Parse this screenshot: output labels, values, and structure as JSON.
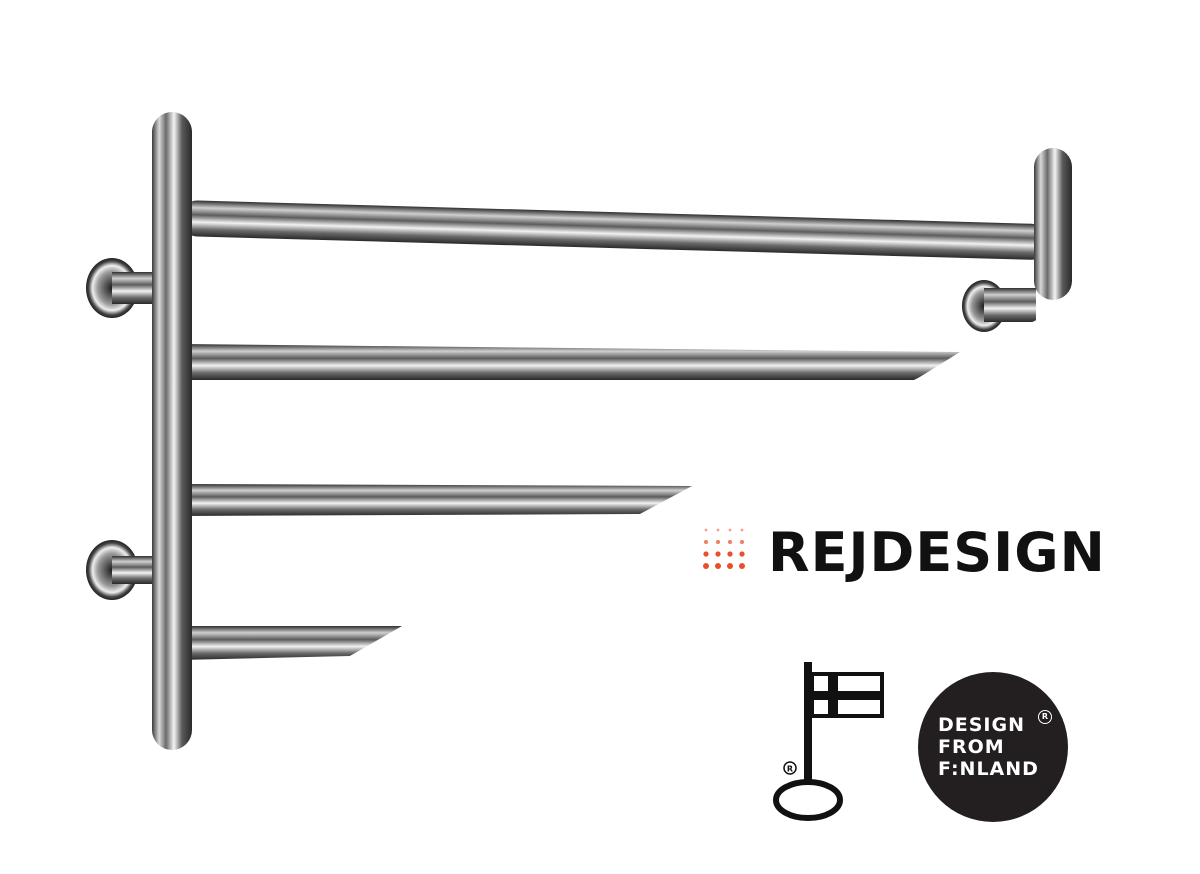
{
  "brand": {
    "name": "REJDESIGN",
    "accent_color": "#e8502a",
    "text_color": "#111111"
  },
  "badge": {
    "line1": "DESIGN",
    "line2": "FROM",
    "line3": "F:NLAND",
    "registered_mark": "R",
    "background_color": "#231f20"
  },
  "key_flag": {
    "registered_mark": "R",
    "icon": "key-flag-icon"
  },
  "product": {
    "icon": "towel-rail-illustration"
  }
}
